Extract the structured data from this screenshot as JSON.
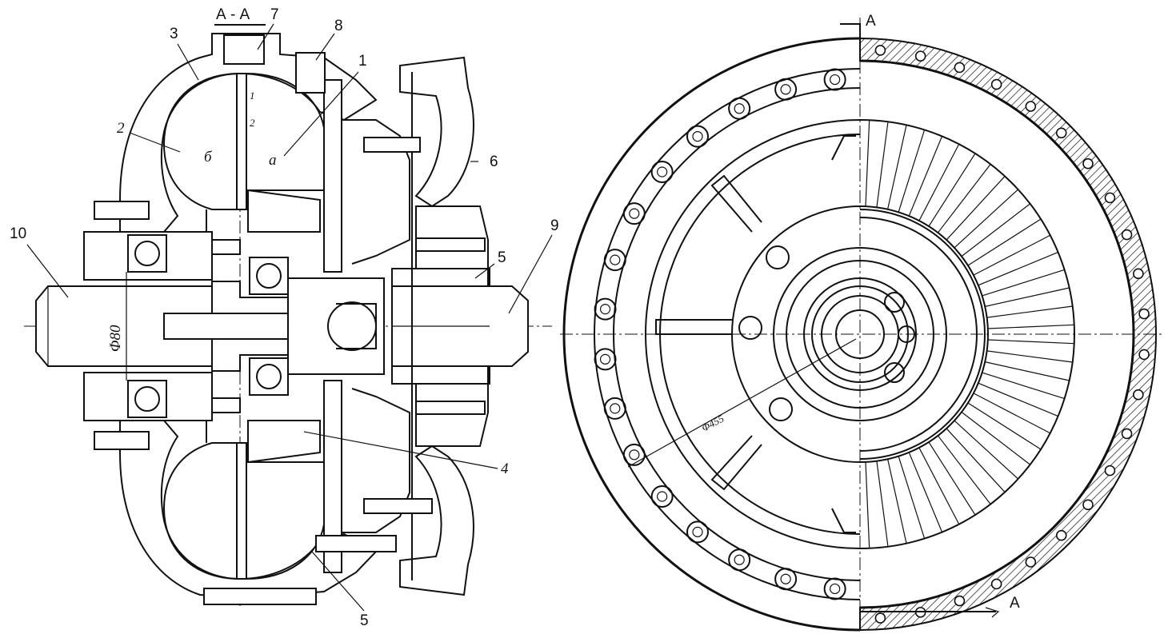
{
  "section_title": "А - А",
  "section_marks": [
    "A",
    "A"
  ],
  "callouts": {
    "c1": "1",
    "c2": "2",
    "c3": "3",
    "c4": "4",
    "c5a": "5",
    "c5b": "5",
    "c6": "6",
    "c7": "7",
    "c8": "8",
    "c9": "9",
    "c10": "10"
  },
  "cavity_labels": {
    "a": "а",
    "b": "б"
  },
  "gap_labels": [
    "1",
    "2"
  ],
  "dimensions": {
    "shaft_diameter": "Φ80",
    "outer_diameter": "Φ455"
  },
  "colors": {
    "ink": "#111111",
    "paper": "#ffffff"
  }
}
